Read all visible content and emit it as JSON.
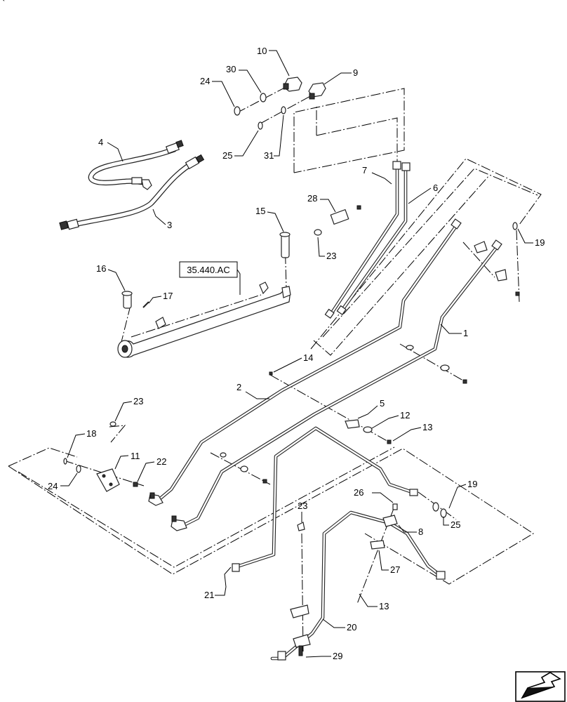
{
  "reference_label": "35.440.AC",
  "callouts": [
    "1",
    "2",
    "3",
    "4",
    "5",
    "6",
    "7",
    "8",
    "9",
    "10",
    "11",
    "12",
    "13",
    "13",
    "14",
    "15",
    "16",
    "17",
    "18",
    "19",
    "19",
    "20",
    "21",
    "22",
    "23",
    "23",
    "23",
    "24",
    "24",
    "25",
    "25",
    "26",
    "27",
    "28",
    "29",
    "30",
    "31"
  ],
  "nav_icon": "arrow-navigation-icon"
}
